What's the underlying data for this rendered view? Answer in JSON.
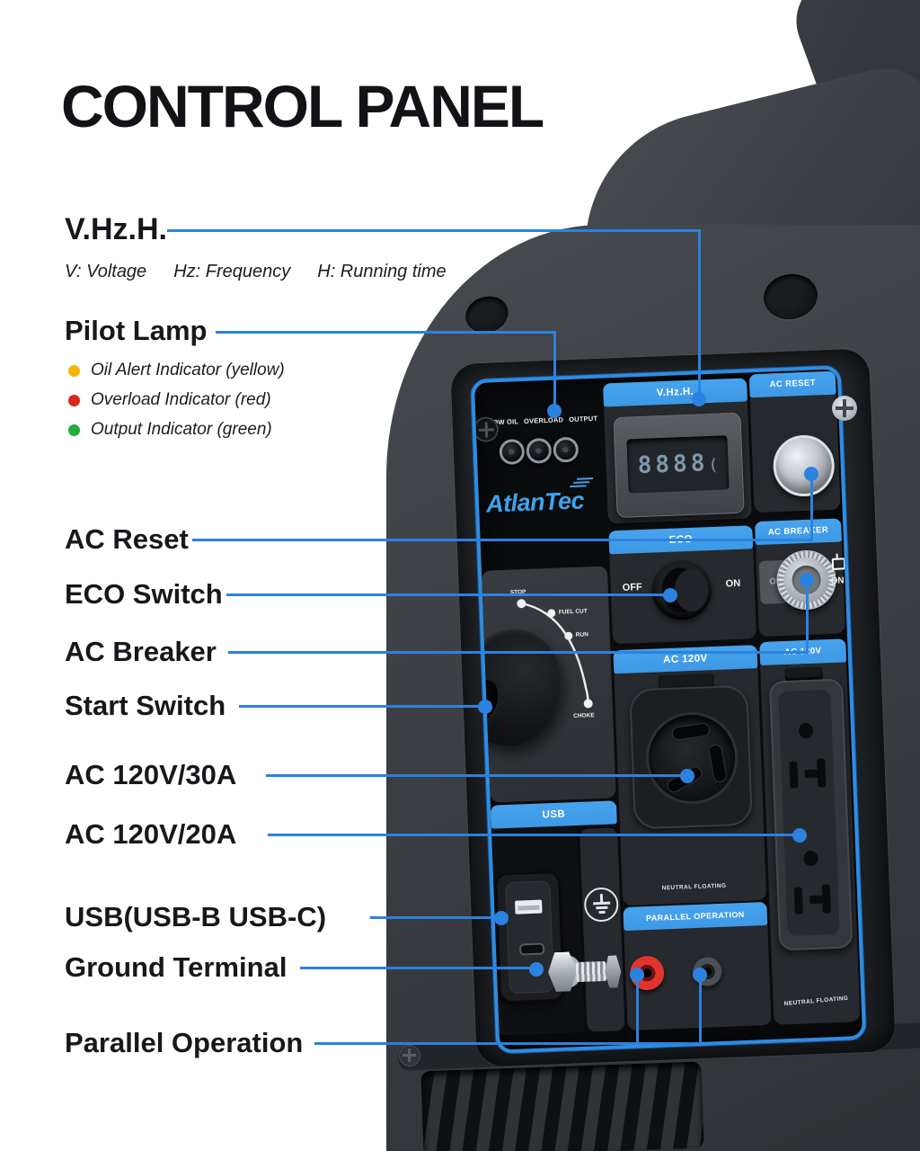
{
  "title": "CONTROL PANEL",
  "colors": {
    "accent": "#2b82df",
    "header_blue": "#3e99e6",
    "brand_blue": "#3fa3ec"
  },
  "callouts": {
    "vhzh": {
      "label": "V.Hz.H.",
      "legend_v": "V: Voltage",
      "legend_hz": "Hz: Frequency",
      "legend_h": "H: Running time"
    },
    "pilot": {
      "label": "Pilot Lamp",
      "items": [
        {
          "text": "Oil Alert Indicator (yellow)",
          "color": "#f2b705"
        },
        {
          "text": "Overload Indicator (red)",
          "color": "#d7281c"
        },
        {
          "text": "Output Indicator (green)",
          "color": "#22ad3c"
        }
      ]
    },
    "ac_reset": "AC Reset",
    "eco_switch": "ECO Switch",
    "ac_breaker": "AC Breaker",
    "start_switch": "Start Switch",
    "ac_30": "AC 120V/30A",
    "ac_20": "AC 120V/20A",
    "usb": "USB(USB-B USB-C)",
    "ground": "Ground Terminal",
    "parallel": "Parallel Operation"
  },
  "panel": {
    "brand": "AtlanTec",
    "indicators": [
      "LOW OIL",
      "OVERLOAD",
      "OUTPUT"
    ],
    "display": {
      "header": "V.Hz.H.",
      "value": "8888",
      "extra": "("
    },
    "ac_reset_header": "AC RESET",
    "eco": {
      "header": "ECO",
      "off": "OFF",
      "on": "ON"
    },
    "breaker": {
      "header": "AC BREAKER",
      "off": "Of",
      "on": "ON"
    },
    "dial": {
      "positions": [
        "STOP",
        "FUEL CUT",
        "RUN",
        "CHOKE"
      ]
    },
    "outlet30": {
      "header": "AC 120V",
      "note": "NEUTRAL FLOATING"
    },
    "outlet20": {
      "header": "AC 120V",
      "note": "NEUTRAL FLOATING"
    },
    "usb_header": "USB",
    "parallel_header": "PARALLEL OPERATION"
  }
}
